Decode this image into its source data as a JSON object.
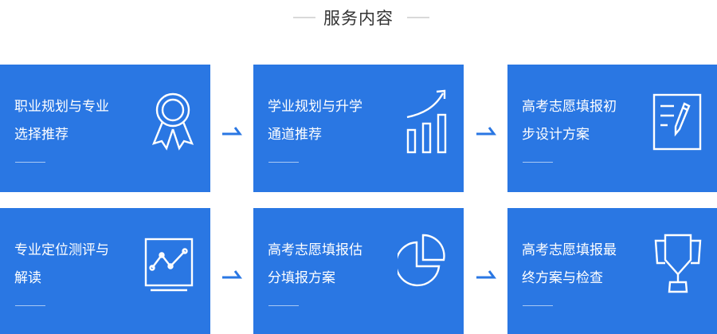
{
  "header": {
    "title": "服务内容"
  },
  "colors": {
    "card_bg": "#2a77e3",
    "arrow": "#2a77e3",
    "text": "#ffffff",
    "title": "#333333",
    "rule": "#d9d9d9"
  },
  "cards": [
    {
      "line1": "职业规划与专业",
      "line2": "选择推荐",
      "icon": "award-ribbon-icon"
    },
    {
      "line1": "学业规划与升学",
      "line2": "通道推荐",
      "icon": "growth-bar-chart-icon"
    },
    {
      "line1": "高考志愿填报初",
      "line2": "步设计方案",
      "icon": "document-pencil-icon"
    },
    {
      "line1": "专业定位测评与",
      "line2": "解读",
      "icon": "monitor-line-chart-icon"
    },
    {
      "line1": "高考志愿填报估",
      "line2": "分填报方案",
      "icon": "pie-chart-icon"
    },
    {
      "line1": "高考志愿填报最",
      "line2": "终方案与检查",
      "icon": "trophy-icon"
    }
  ],
  "arrows": [
    "arrow-right-icon",
    "arrow-right-icon",
    "arrow-right-icon",
    "arrow-right-icon"
  ]
}
